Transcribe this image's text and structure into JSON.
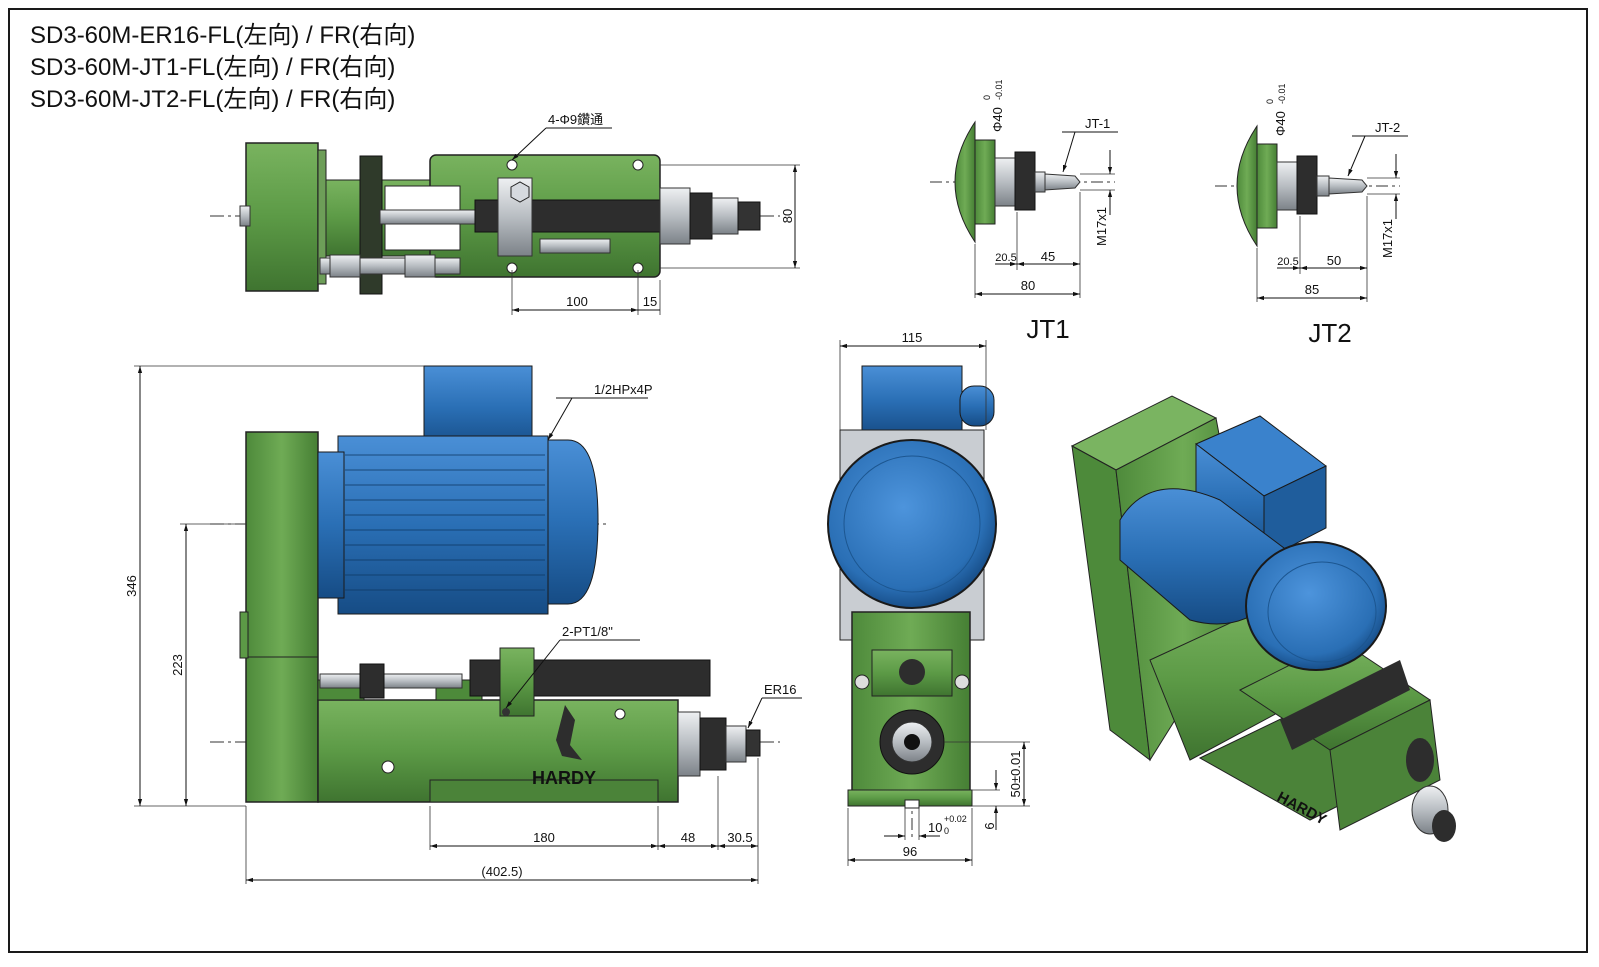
{
  "titles": [
    "SD3-60M-ER16-FL(左向) / FR(右向)",
    "SD3-60M-JT1-FL(左向) / FR(右向)",
    "SD3-60M-JT2-FL(左向) / FR(右向)"
  ],
  "top_view": {
    "holes_note": "4-Φ9鑽通",
    "dims": {
      "height": "80",
      "pitch": "100",
      "offset": "15"
    }
  },
  "jt1": {
    "label": "JT1",
    "callout": "JT-1",
    "diameter": "Φ40",
    "tol_upper": "0",
    "tol_lower": "-0.01",
    "thread": "M17x1",
    "dims": {
      "a": "20.5",
      "b": "45",
      "total": "80"
    }
  },
  "jt2": {
    "label": "JT2",
    "callout": "JT-2",
    "diameter": "Φ40",
    "tol_upper": "0",
    "tol_lower": "-0.01",
    "thread": "M17x1",
    "dims": {
      "a": "20.5",
      "b": "50",
      "total": "85"
    }
  },
  "side_view": {
    "motor_note": "1/2HPx4P",
    "port_note": "2-PT1/8\"",
    "collet_note": "ER16",
    "brand": "HARDY",
    "dims": {
      "overall_height": "346",
      "spindle_height": "223",
      "body_length": "180",
      "nose1": "48",
      "nose2": "30.5",
      "overall_length": "(402.5)"
    }
  },
  "front_view": {
    "dims": {
      "motor_width": "115",
      "center_height": "50±0.01",
      "key_width": "10",
      "key_tol_upper": "+0.02",
      "key_tol_lower": "0",
      "base_thk": "6",
      "base_width": "96"
    }
  },
  "colors": {
    "body_green": "#5c9a46",
    "motor_blue": "#2a6fb5",
    "steel": "#c8ccd0",
    "dark": "#2b2b2b"
  }
}
